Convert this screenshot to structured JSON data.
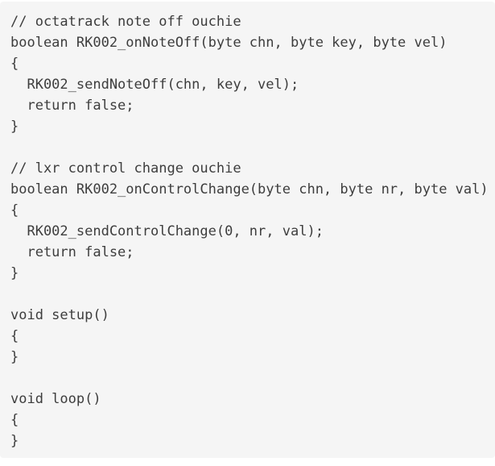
{
  "code_block": {
    "language": "arduino-cpp",
    "lines": [
      "// octatrack note off ouchie",
      "boolean RK002_onNoteOff(byte chn, byte key, byte vel)",
      "{",
      "  RK002_sendNoteOff(chn, key, vel);",
      "  return false;",
      "}",
      "",
      "// lxr control change ouchie",
      "boolean RK002_onControlChange(byte chn, byte nr, byte val)",
      "{",
      "  RK002_sendControlChange(0, nr, val);",
      "  return false;",
      "}",
      "",
      "void setup()",
      "{",
      "}",
      "",
      "void loop()",
      "{",
      "}"
    ],
    "colors": {
      "block_background": "#f5f5f5",
      "page_background": "#ffffff",
      "text": "#3d3d3d"
    }
  }
}
